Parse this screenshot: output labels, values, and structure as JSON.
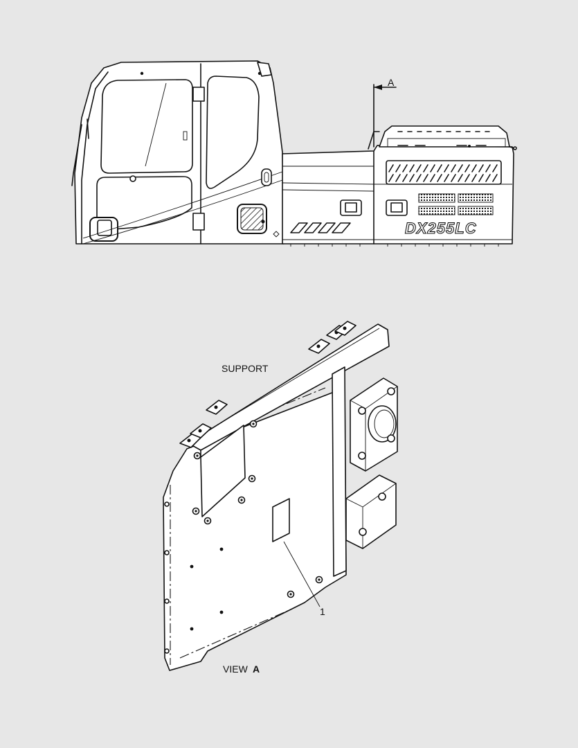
{
  "drawing": {
    "section_marker": "A",
    "brand_badge": "DX255LC",
    "view_a": {
      "support_label": "SUPPORT",
      "view_prefix": "VIEW",
      "view_letter": "A",
      "callout_number": "1"
    }
  }
}
